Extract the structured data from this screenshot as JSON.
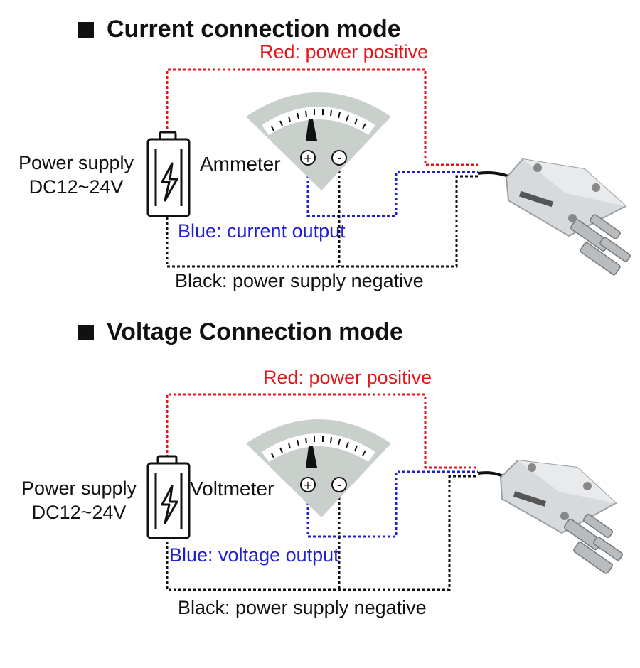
{
  "current": {
    "heading": "Current connection mode",
    "red_label": "Red: power positive",
    "power_supply_line1": "Power supply",
    "power_supply_line2": "DC12~24V",
    "meter_label": "Ammeter",
    "blue_label": "Blue: current output",
    "black_label": "Black: power supply negative"
  },
  "voltage": {
    "heading": "Voltage Connection mode",
    "red_label": "Red: power positive",
    "power_supply_line1": "Power supply",
    "power_supply_line2": "DC12~24V",
    "meter_label": "Voltmeter",
    "blue_label": "Blue: voltage output",
    "black_label": "Black: power supply negative"
  },
  "colors": {
    "red_wire": "#e4161c",
    "blue_wire": "#1f1fd0",
    "black_wire": "#111111",
    "meter_body": "#c9d0cc"
  },
  "icons": [
    "battery-icon",
    "lightning-bolt-icon",
    "meter-gauge-icon",
    "pressure-transmitter-icon"
  ]
}
